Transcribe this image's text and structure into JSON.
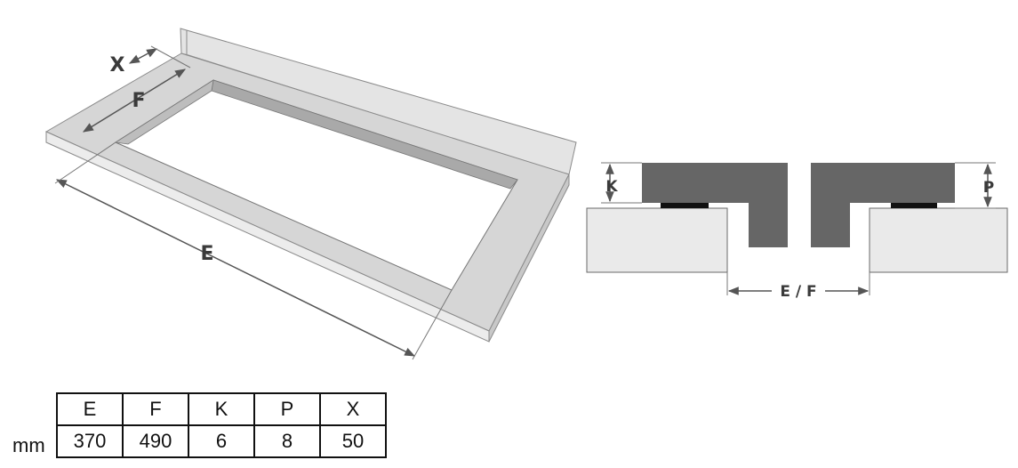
{
  "diagram_labels": {
    "x": "X",
    "f": "F",
    "e": "E",
    "k": "K",
    "p": "P",
    "ef": "E / F"
  },
  "colors": {
    "panel": "#d6d6d6",
    "panel_edge": "#eaeaea",
    "frame": "#666666",
    "gasket": "#111111",
    "inner_shadow": "#a9a9a9",
    "dimension_line": "#555555"
  },
  "spec_table": {
    "unit": "mm",
    "headers": [
      "E",
      "F",
      "K",
      "P",
      "X"
    ],
    "values": [
      "370",
      "490",
      "6",
      "8",
      "50"
    ]
  }
}
